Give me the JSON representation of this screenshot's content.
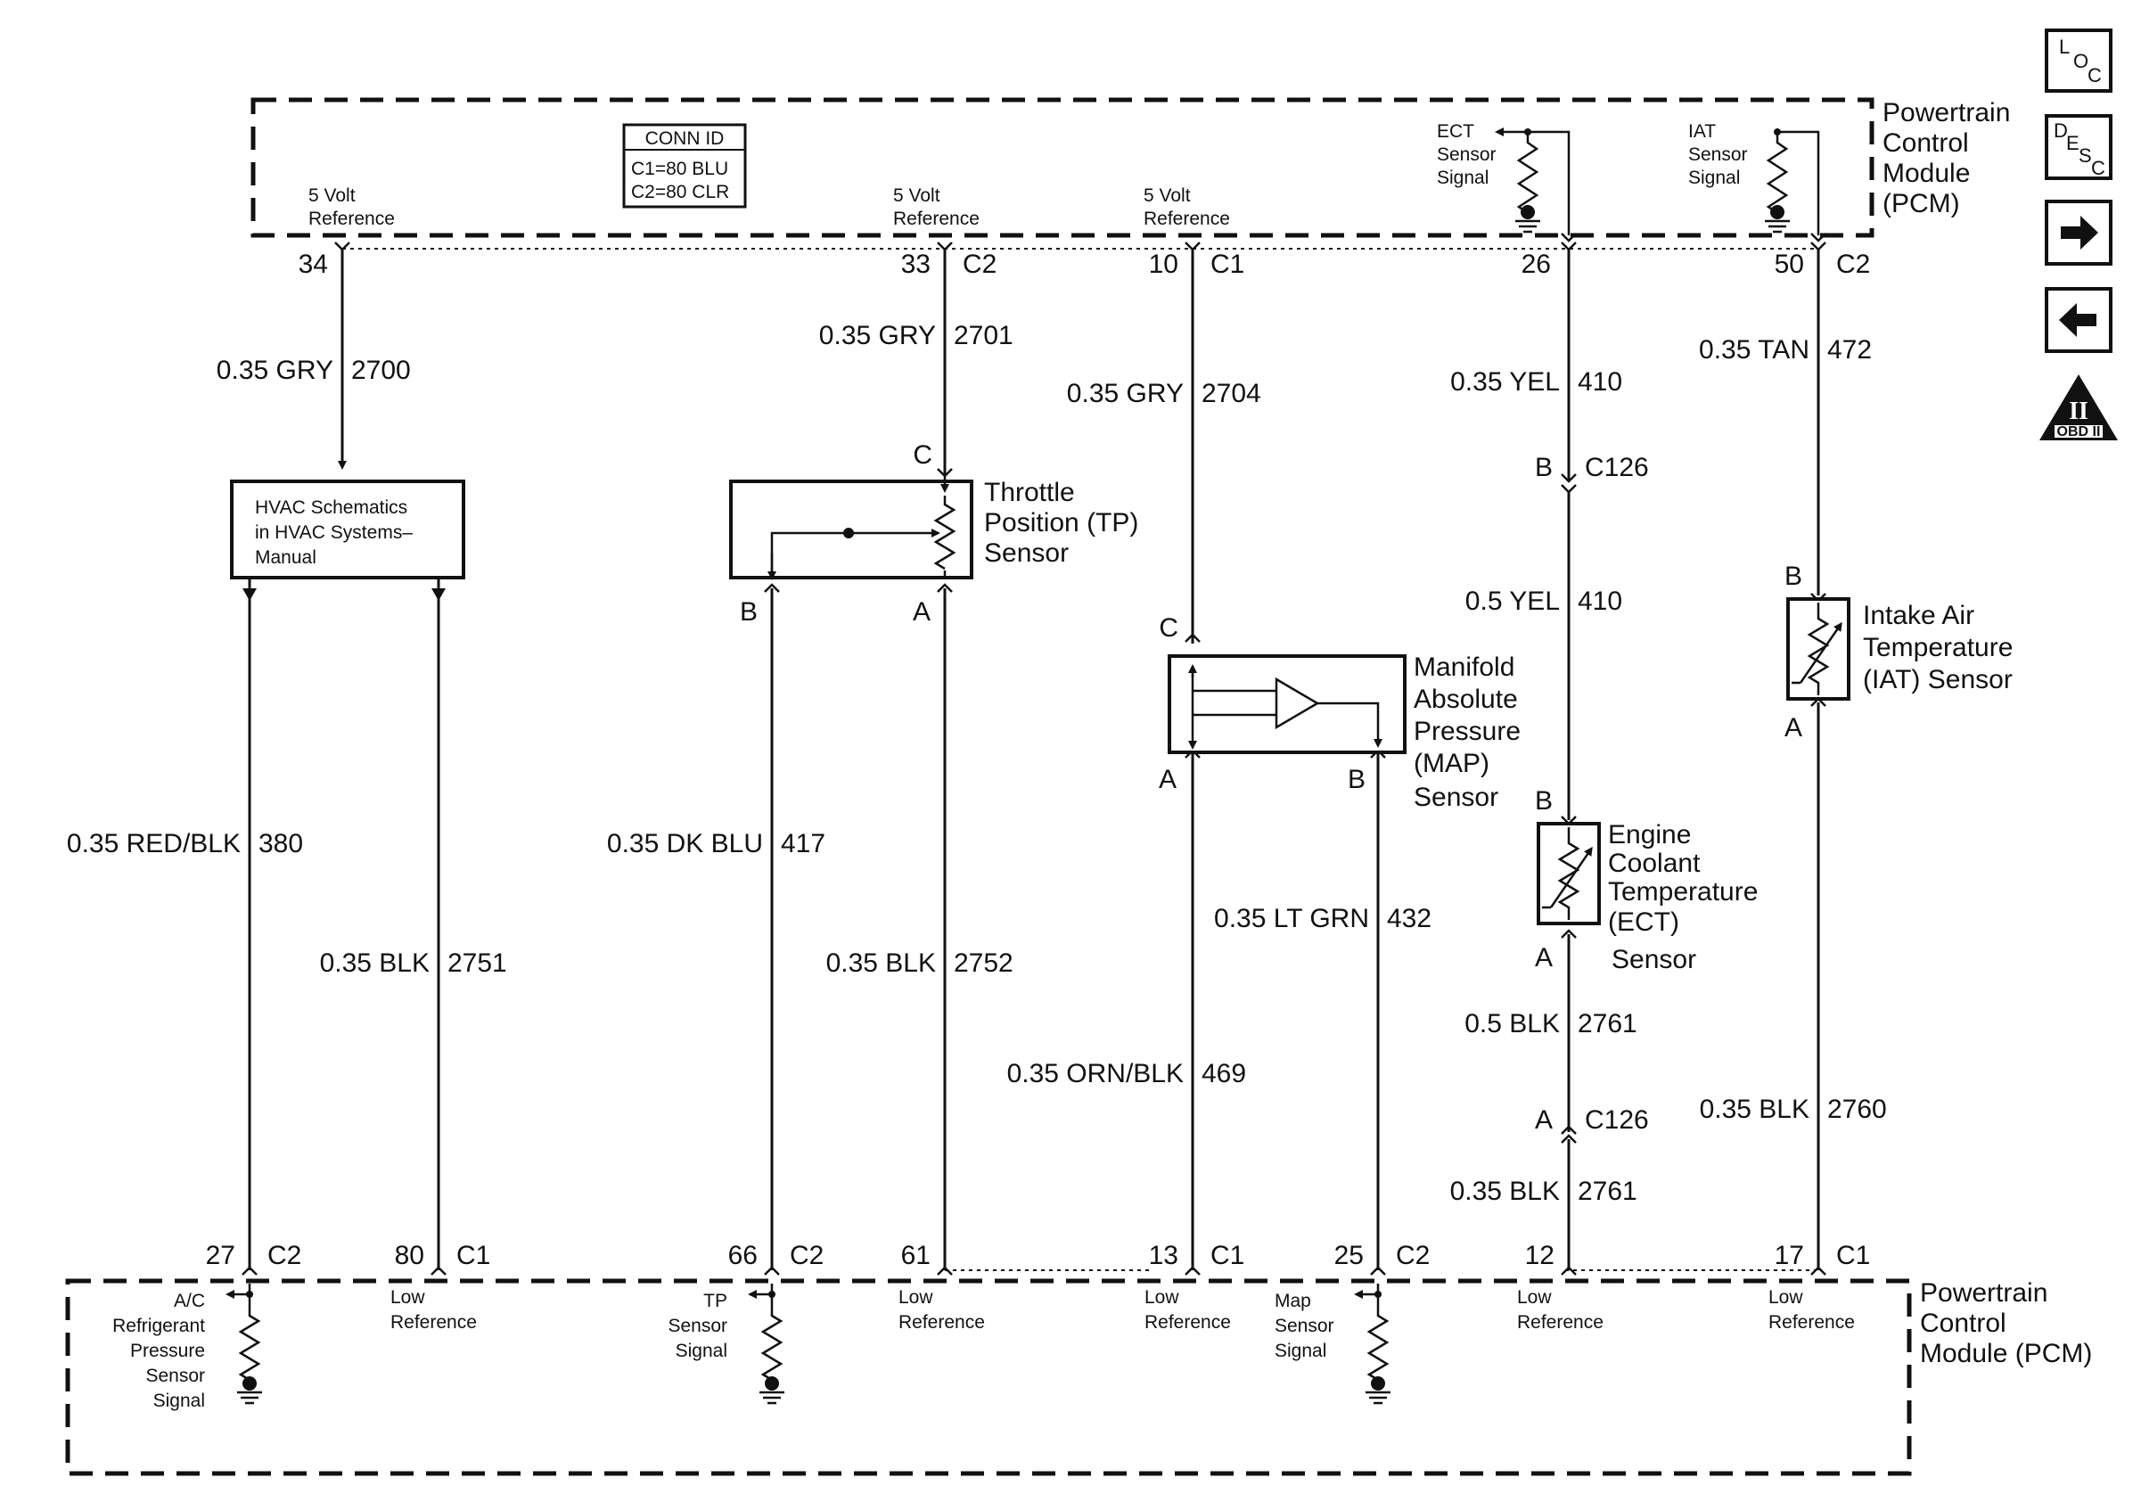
{
  "pcm_top": {
    "name": [
      "Powertrain",
      "Control",
      "Module",
      "(PCM)"
    ]
  },
  "pcm_bottom": {
    "name": [
      "Powertrain",
      "Control",
      "Module (PCM)"
    ]
  },
  "conn_id": {
    "title": "CONN ID",
    "c1": "C1=80 BLU",
    "c2": "C2=80 CLR"
  },
  "top_terminals": {
    "ref34": {
      "label": [
        "5 Volt",
        "Reference"
      ],
      "pin": "34"
    },
    "ref33": {
      "label": [
        "5 Volt",
        "Reference"
      ],
      "pin": "33",
      "conn": "C2"
    },
    "ref10": {
      "label": [
        "5 Volt",
        "Reference"
      ],
      "pin": "10",
      "conn": "C1"
    },
    "ect": {
      "label": [
        "ECT",
        "Sensor",
        "Signal"
      ],
      "pin": "26"
    },
    "iat": {
      "label": [
        "IAT",
        "Sensor",
        "Signal"
      ],
      "pin": "50",
      "conn": "C2"
    }
  },
  "wires": {
    "w2700": {
      "gauge": "0.35 GRY",
      "circuit": "2700"
    },
    "w2701": {
      "gauge": "0.35 GRY",
      "circuit": "2701"
    },
    "w2704": {
      "gauge": "0.35 GRY",
      "circuit": "2704"
    },
    "w410a": {
      "gauge": "0.35 YEL",
      "circuit": "410"
    },
    "w410b": {
      "gauge": "0.5 YEL",
      "circuit": "410"
    },
    "w472": {
      "gauge": "0.35 TAN",
      "circuit": "472"
    },
    "w380": {
      "gauge": "0.35 RED/BLK",
      "circuit": "380"
    },
    "w2751": {
      "gauge": "0.35 BLK",
      "circuit": "2751"
    },
    "w417": {
      "gauge": "0.35 DK BLU",
      "circuit": "417"
    },
    "w2752": {
      "gauge": "0.35 BLK",
      "circuit": "2752"
    },
    "w432": {
      "gauge": "0.35 LT GRN",
      "circuit": "432"
    },
    "w469": {
      "gauge": "0.35 ORN/BLK",
      "circuit": "469"
    },
    "w2761a": {
      "gauge": "0.5 BLK",
      "circuit": "2761"
    },
    "w2761b": {
      "gauge": "0.35 BLK",
      "circuit": "2761"
    },
    "w2760": {
      "gauge": "0.35 BLK",
      "circuit": "2760"
    }
  },
  "connectors": {
    "c126_b": {
      "pin": "B",
      "name": "C126"
    },
    "c126_a": {
      "pin": "A",
      "name": "C126"
    }
  },
  "hvac": {
    "lines": [
      "HVAC Schematics",
      "in HVAC Systems–",
      "Manual"
    ]
  },
  "tp_sensor": {
    "name": [
      "Throttle",
      "Position (TP)",
      "Sensor"
    ],
    "pins": {
      "c": "C",
      "b": "B",
      "a": "A"
    }
  },
  "map_sensor": {
    "name": [
      "Manifold",
      "Absolute",
      "Pressure",
      "(MAP)",
      "Sensor"
    ],
    "pins": {
      "c": "C",
      "a": "A",
      "b": "B"
    }
  },
  "ect_sensor": {
    "name": [
      "Engine",
      "Coolant",
      "Temperature",
      "(ECT)",
      "Sensor"
    ],
    "pins": {
      "b": "B",
      "a": "A"
    }
  },
  "iat_sensor": {
    "name": [
      "Intake Air",
      "Temperature",
      "(IAT) Sensor"
    ],
    "pins": {
      "b": "B",
      "a": "A"
    }
  },
  "bottom_terminals": {
    "ac": {
      "pin": "27",
      "conn": "C2",
      "label": [
        "A/C",
        "Refrigerant",
        "Pressure",
        "Sensor",
        "Signal"
      ]
    },
    "low80": {
      "pin": "80",
      "conn": "C1",
      "label": [
        "Low",
        "Reference"
      ]
    },
    "tp": {
      "pin": "66",
      "conn": "C2",
      "label": [
        "TP",
        "Sensor",
        "Signal"
      ]
    },
    "low61": {
      "pin": "61",
      "label": [
        "Low",
        "Reference"
      ]
    },
    "low13": {
      "pin": "13",
      "conn": "C1",
      "label": [
        "Low",
        "Reference"
      ]
    },
    "map": {
      "pin": "25",
      "conn": "C2",
      "label": [
        "Map",
        "Sensor",
        "Signal"
      ]
    },
    "low12": {
      "pin": "12",
      "label": [
        "Low",
        "Reference"
      ]
    },
    "low17": {
      "pin": "17",
      "conn": "C1",
      "label": [
        "Low",
        "Reference"
      ]
    }
  },
  "nav": {
    "loc": {
      "a": "L",
      "b": "O",
      "c": "C"
    },
    "desc": {
      "a": "D",
      "b": "E",
      "c": "S",
      "d": "C"
    },
    "next_icon": "arrow-right-icon",
    "prev_icon": "arrow-left-icon",
    "obd": {
      "mark": "II",
      "label": "OBD II"
    }
  }
}
